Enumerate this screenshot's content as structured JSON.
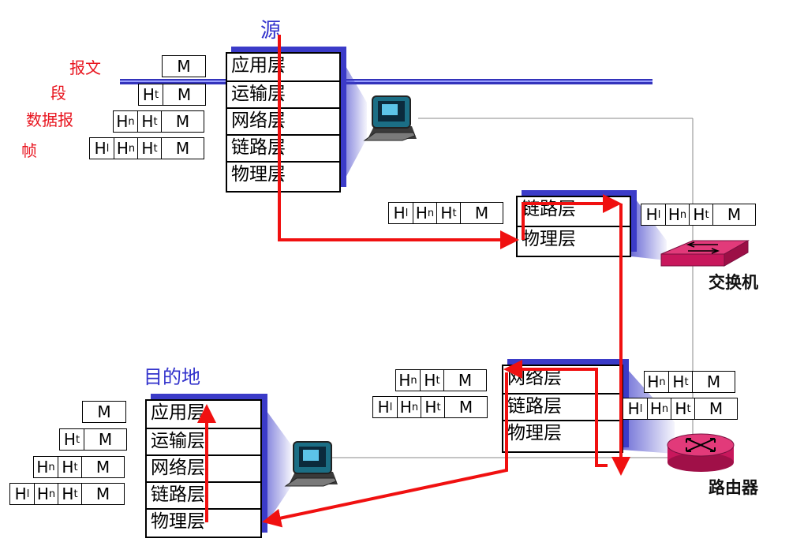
{
  "source_title": "源",
  "dest_title": "目的地",
  "pdu_labels": {
    "message": "报文",
    "segment": "段",
    "datagram": "数据报",
    "frame": "帧"
  },
  "layers": {
    "app": "应用层",
    "transport": "运输层",
    "network": "网络层",
    "link": "链路层",
    "physical": "物理层"
  },
  "devices": {
    "switch": "交换机",
    "router": "路由器"
  },
  "headers": {
    "M": "M",
    "H": "H",
    "t": "t",
    "n": "n",
    "l": "l"
  },
  "colors": {
    "arrow": "#f01010",
    "stack_shadow": "#3b3bc8",
    "link_line": "#3333bb",
    "device": "#c8175c",
    "label_red": "#e8141e"
  }
}
